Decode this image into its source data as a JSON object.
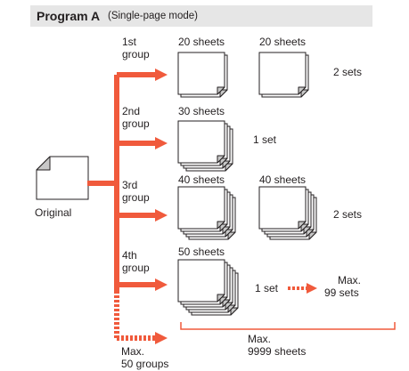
{
  "title": {
    "main": "Program A",
    "sub": "(Single-page mode)"
  },
  "original_label": "Original",
  "groups": [
    {
      "label_line1": "1st",
      "label_line2": "group",
      "stack_left": "20 sheets",
      "stack_right": "20 sheets",
      "sets": "2 sets"
    },
    {
      "label_line1": "2nd",
      "label_line2": "group",
      "stack_left": "30 sheets",
      "sets": "1 set"
    },
    {
      "label_line1": "3rd",
      "label_line2": "group",
      "stack_left": "40 sheets",
      "stack_right": "40 sheets",
      "sets": "2 sets"
    },
    {
      "label_line1": "4th",
      "label_line2": "group",
      "stack_left": "50 sheets",
      "sets": "1 set"
    }
  ],
  "max_sets": {
    "line1": "Max.",
    "line2": "99 sets"
  },
  "max_sheets": {
    "line1": "Max.",
    "line2": "9999 sheets"
  },
  "max_groups": {
    "line1": "Max.",
    "line2": "50 groups"
  },
  "colors": {
    "arrow": "#f05a3c",
    "title_bg": "#e6e6e6",
    "paper_fold": "#c8c8c8",
    "text": "#231f20"
  }
}
